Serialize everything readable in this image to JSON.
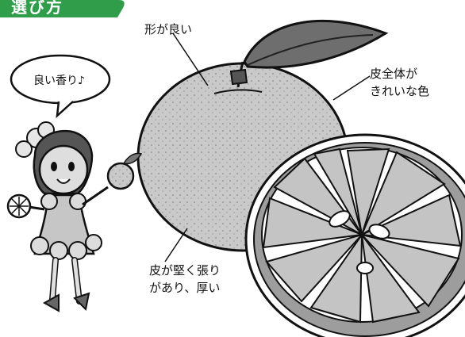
{
  "banner": {
    "title": "選び方",
    "color": "#2f9d4a"
  },
  "speech_bubble": {
    "text": "良い香り♪"
  },
  "annotations": {
    "shape": "形が良い",
    "peel_color": [
      "皮全体が",
      "きれいな色"
    ],
    "peel_firm": [
      "皮が堅く張り",
      "があり、厚い"
    ]
  },
  "illustration": {
    "subjects": [
      "whole-grapefruit",
      "halved-grapefruit",
      "girl-character"
    ]
  }
}
